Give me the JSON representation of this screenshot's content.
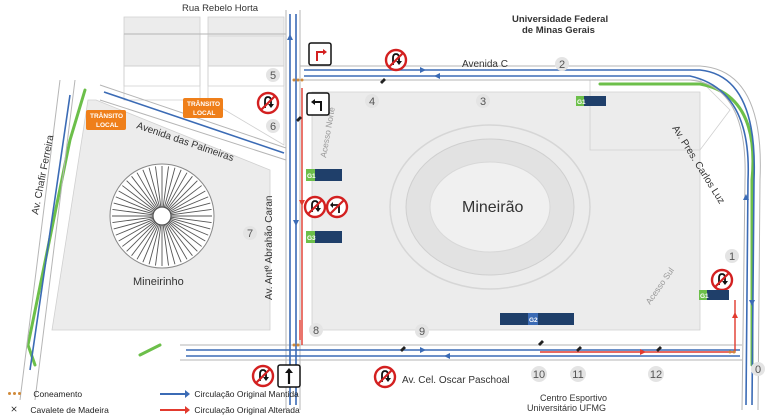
{
  "places": {
    "rua_rebelo_horta": "Rua Rebelo Horta",
    "ufmg_line1": "Universidade Federal",
    "ufmg_line2": "de Minas Gerais",
    "avenida_c": "Avenida C",
    "av_palmeiras": "Avenida das Palmeiras",
    "av_chafir": "Av. Chafir Ferreira",
    "av_abrahao": "Av. Antº Abrahão Caran",
    "av_carlos_luz": "Av. Pres. Carlos Luz",
    "mineirinho": "Mineirinho",
    "mineirao": "Mineirão",
    "acesso_norte": "Acesso Norte",
    "acesso_sul": "Acesso Sul",
    "av_oscar": "Av. Cel. Oscar Paschoal",
    "centro_line1": "Centro Esportivo",
    "centro_line2": "Universitário UFMG"
  },
  "transito_local": {
    "line1": "TRÂNSITO",
    "line2": "LOCAL"
  },
  "points": [
    "0",
    "1",
    "2",
    "3",
    "4",
    "5",
    "6",
    "7",
    "8",
    "9",
    "10",
    "11",
    "12"
  ],
  "parking_signs": {
    "g1_label": "G1",
    "g2_label": "G2",
    "g3_label": "G3"
  },
  "legend": {
    "cone": "Coneamento",
    "barrier": "Cavalete de Madeira",
    "original": "Circulação Original Mantida",
    "altered": "Circulação Original Alterada"
  },
  "colors": {
    "original": "#3b6bb5",
    "altered": "#e23a2e",
    "green_route": "#6cbf4a",
    "orange_sign": "#ef7f1a",
    "block": "#e8e8e8"
  }
}
